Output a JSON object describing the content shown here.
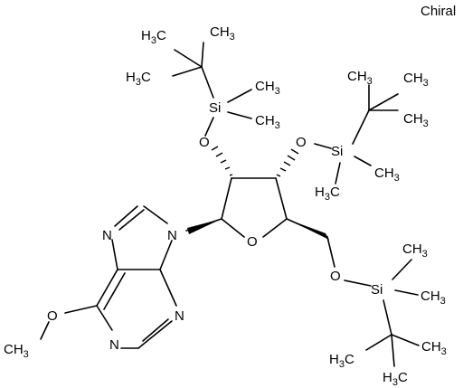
{
  "chiral_label": "Chiral",
  "atom_labels": {
    "o2": "O",
    "si1": "Si",
    "o3": "O",
    "si2": "Si",
    "o_ring": "O",
    "o5": "O",
    "si3": "Si",
    "n9": "N",
    "n7": "N",
    "n3": "N",
    "n1": "N",
    "o6": "O"
  },
  "methyl_labels": [
    {
      "main": "H",
      "sub": "3",
      "tail": "C"
    },
    {
      "main": "CH",
      "sub": "3",
      "tail": ""
    },
    {
      "main": "H",
      "sub": "3",
      "tail": "C"
    },
    {
      "main": "CH",
      "sub": "3",
      "tail": ""
    },
    {
      "main": "CH",
      "sub": "3",
      "tail": ""
    },
    {
      "main": "CH",
      "sub": "3",
      "tail": ""
    },
    {
      "main": "CH",
      "sub": "3",
      "tail": ""
    },
    {
      "main": "CH",
      "sub": "3",
      "tail": ""
    },
    {
      "main": "H",
      "sub": "3",
      "tail": "C"
    },
    {
      "main": "CH",
      "sub": "3",
      "tail": ""
    },
    {
      "main": "CH",
      "sub": "3",
      "tail": ""
    },
    {
      "main": "CH",
      "sub": "3",
      "tail": ""
    },
    {
      "main": "CH",
      "sub": "3",
      "tail": ""
    },
    {
      "main": "H",
      "sub": "3",
      "tail": "C"
    },
    {
      "main": "H",
      "sub": "3",
      "tail": "C"
    },
    {
      "main": "CH",
      "sub": "3",
      "tail": ""
    }
  ]
}
